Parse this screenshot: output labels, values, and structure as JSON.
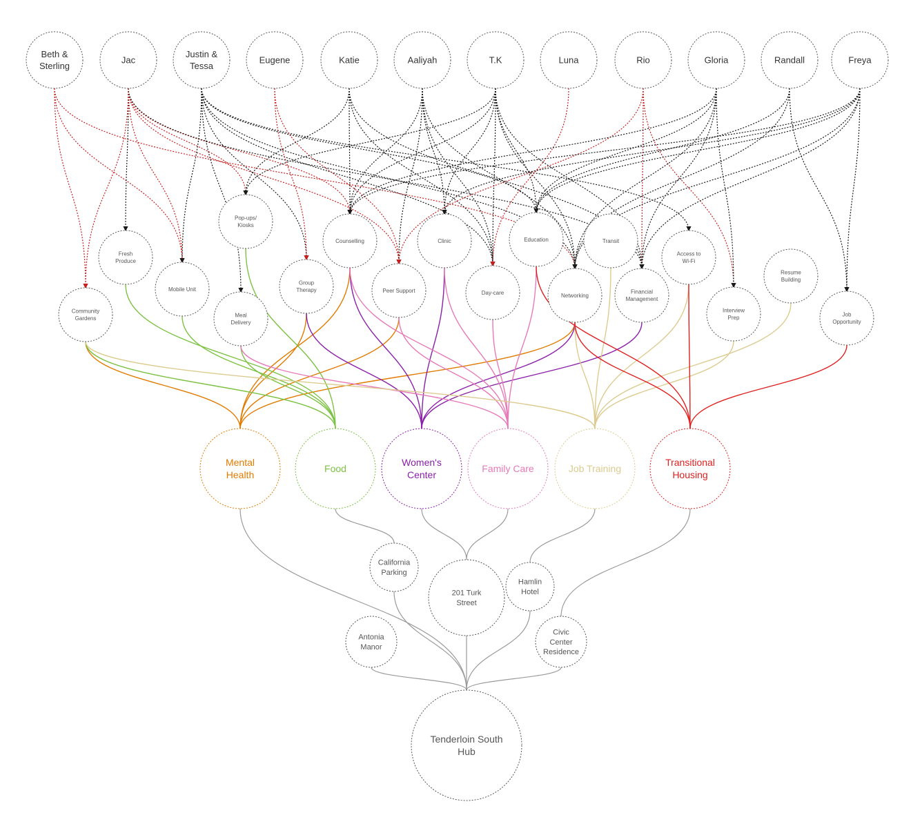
{
  "colors": {
    "black": "#1a1a1a",
    "red": "#c62020",
    "gray": "#9a9a9a",
    "mental_health": "#e07b00",
    "food": "#7cc242",
    "womens_center": "#8a1fa8",
    "family_care": "#e67ab8",
    "job_training": "#dccb8f",
    "transitional_housing": "#e02020"
  },
  "people": [
    {
      "id": "beth",
      "label": "Beth & Sterling"
    },
    {
      "id": "jac",
      "label": "Jac"
    },
    {
      "id": "justin",
      "label": "Justin & Tessa"
    },
    {
      "id": "eugene",
      "label": "Eugene"
    },
    {
      "id": "katie",
      "label": "Katie"
    },
    {
      "id": "aaliyah",
      "label": "Aaliyah"
    },
    {
      "id": "tk",
      "label": "T.K"
    },
    {
      "id": "luna",
      "label": "Luna"
    },
    {
      "id": "rio",
      "label": "Rio"
    },
    {
      "id": "gloria",
      "label": "Gloria"
    },
    {
      "id": "randall",
      "label": "Randall"
    },
    {
      "id": "freya",
      "label": "Freya"
    }
  ],
  "services": [
    {
      "id": "gardens",
      "label": "Community Gardens"
    },
    {
      "id": "produce",
      "label": "Fresh Produce"
    },
    {
      "id": "mobile",
      "label": "Mobile Unit"
    },
    {
      "id": "popups",
      "label": "Pop-ups/ Kiosks"
    },
    {
      "id": "meal",
      "label": "Meal Delivery"
    },
    {
      "id": "group",
      "label": "Group Therapy"
    },
    {
      "id": "counselling",
      "label": "Counselling"
    },
    {
      "id": "peer",
      "label": "Peer Support"
    },
    {
      "id": "clinic",
      "label": "Clinic"
    },
    {
      "id": "daycare",
      "label": "Day-care"
    },
    {
      "id": "education",
      "label": "Education"
    },
    {
      "id": "networking",
      "label": "Networking"
    },
    {
      "id": "transit",
      "label": "Transit"
    },
    {
      "id": "financial",
      "label": "Financial Management"
    },
    {
      "id": "wifi",
      "label": "Access to Wi-Fi"
    },
    {
      "id": "interview",
      "label": "Interview Prep"
    },
    {
      "id": "resume",
      "label": "Resume Building"
    },
    {
      "id": "jobopp",
      "label": "Job Opportunity"
    }
  ],
  "categories": [
    {
      "id": "mh",
      "label": "Mental Health",
      "color": "#e07b00"
    },
    {
      "id": "food",
      "label": "Food",
      "color": "#7cc242"
    },
    {
      "id": "wc",
      "label": "Women's Center",
      "color": "#8a1fa8"
    },
    {
      "id": "fc",
      "label": "Family Care",
      "color": "#e67ab8"
    },
    {
      "id": "jt",
      "label": "Job Training",
      "color": "#dccb8f"
    },
    {
      "id": "th",
      "label": "Transitional Housing",
      "color": "#e02020"
    }
  ],
  "sites": [
    {
      "id": "california",
      "label": "California Parking"
    },
    {
      "id": "turk",
      "label": "201 Turk Street"
    },
    {
      "id": "hamlin",
      "label": "Hamlin Hotel"
    },
    {
      "id": "antonia",
      "label": "Antonia Manor"
    },
    {
      "id": "civic",
      "label": "Civic Center Residence"
    }
  ],
  "hub": {
    "id": "hub",
    "label": "Tenderloin South Hub"
  },
  "category_links": [
    {
      "from": "mh",
      "to": "gardens"
    },
    {
      "from": "mh",
      "to": "group"
    },
    {
      "from": "mh",
      "to": "counselling"
    },
    {
      "from": "mh",
      "to": "peer"
    },
    {
      "from": "mh",
      "to": "networking"
    },
    {
      "from": "food",
      "to": "produce"
    },
    {
      "from": "food",
      "to": "mobile"
    },
    {
      "from": "food",
      "to": "popups"
    },
    {
      "from": "food",
      "to": "gardens"
    },
    {
      "from": "food",
      "to": "meal"
    },
    {
      "from": "wc",
      "to": "group"
    },
    {
      "from": "wc",
      "to": "counselling"
    },
    {
      "from": "wc",
      "to": "clinic"
    },
    {
      "from": "wc",
      "to": "networking"
    },
    {
      "from": "wc",
      "to": "financial"
    },
    {
      "from": "fc",
      "to": "counselling"
    },
    {
      "from": "fc",
      "to": "peer"
    },
    {
      "from": "fc",
      "to": "clinic"
    },
    {
      "from": "fc",
      "to": "daycare"
    },
    {
      "from": "fc",
      "to": "education"
    },
    {
      "from": "fc",
      "to": "meal"
    },
    {
      "from": "jt",
      "to": "transit"
    },
    {
      "from": "jt",
      "to": "wifi"
    },
    {
      "from": "jt",
      "to": "interview"
    },
    {
      "from": "jt",
      "to": "resume"
    },
    {
      "from": "jt",
      "to": "networking"
    },
    {
      "from": "jt",
      "to": "gardens"
    },
    {
      "from": "th",
      "to": "education"
    },
    {
      "from": "th",
      "to": "networking"
    },
    {
      "from": "th",
      "to": "jobopp"
    },
    {
      "from": "th",
      "to": "wifi"
    }
  ],
  "person_links": [
    {
      "from": "beth",
      "to": "gardens",
      "c": "red"
    },
    {
      "from": "beth",
      "to": "networking",
      "c": "red"
    },
    {
      "from": "beth",
      "to": "mobile",
      "c": "red"
    },
    {
      "from": "jac",
      "to": "mobile",
      "c": "red"
    },
    {
      "from": "jac",
      "to": "popups",
      "c": "red"
    },
    {
      "from": "jac",
      "to": "peer",
      "c": "red"
    },
    {
      "from": "jac",
      "to": "counselling",
      "c": "red"
    },
    {
      "from": "jac",
      "to": "financial",
      "c": "black"
    },
    {
      "from": "jac",
      "to": "produce",
      "c": "black"
    },
    {
      "from": "jac",
      "to": "gardens",
      "c": "red"
    },
    {
      "from": "justin",
      "to": "mobile",
      "c": "black"
    },
    {
      "from": "justin",
      "to": "meal",
      "c": "black"
    },
    {
      "from": "justin",
      "to": "group",
      "c": "black"
    },
    {
      "from": "justin",
      "to": "daycare",
      "c": "black"
    },
    {
      "from": "justin",
      "to": "education",
      "c": "black"
    },
    {
      "from": "justin",
      "to": "networking",
      "c": "black"
    },
    {
      "from": "justin",
      "to": "wifi",
      "c": "black"
    },
    {
      "from": "eugene",
      "to": "group",
      "c": "red"
    },
    {
      "from": "eugene",
      "to": "peer",
      "c": "red"
    },
    {
      "from": "katie",
      "to": "counselling",
      "c": "black"
    },
    {
      "from": "katie",
      "to": "daycare",
      "c": "black"
    },
    {
      "from": "katie",
      "to": "popups",
      "c": "black"
    },
    {
      "from": "katie",
      "to": "financial",
      "c": "black"
    },
    {
      "from": "aaliyah",
      "to": "peer",
      "c": "black"
    },
    {
      "from": "aaliyah",
      "to": "clinic",
      "c": "black"
    },
    {
      "from": "aaliyah",
      "to": "daycare",
      "c": "black"
    },
    {
      "from": "aaliyah",
      "to": "networking",
      "c": "black"
    },
    {
      "from": "aaliyah",
      "to": "counselling",
      "c": "black"
    },
    {
      "from": "tk",
      "to": "daycare",
      "c": "black"
    },
    {
      "from": "tk",
      "to": "education",
      "c": "black"
    },
    {
      "from": "tk",
      "to": "counselling",
      "c": "black"
    },
    {
      "from": "tk",
      "to": "popups",
      "c": "black"
    },
    {
      "from": "tk",
      "to": "networking",
      "c": "black"
    },
    {
      "from": "tk",
      "to": "financial",
      "c": "black"
    },
    {
      "from": "tk",
      "to": "clinic",
      "c": "black"
    },
    {
      "from": "luna",
      "to": "daycare",
      "c": "red"
    },
    {
      "from": "rio",
      "to": "peer",
      "c": "red"
    },
    {
      "from": "rio",
      "to": "financial",
      "c": "red"
    },
    {
      "from": "rio",
      "to": "interview",
      "c": "red"
    },
    {
      "from": "gloria",
      "to": "education",
      "c": "black"
    },
    {
      "from": "gloria",
      "to": "financial",
      "c": "black"
    },
    {
      "from": "gloria",
      "to": "interview",
      "c": "black"
    },
    {
      "from": "gloria",
      "to": "networking",
      "c": "black"
    },
    {
      "from": "gloria",
      "to": "counselling",
      "c": "black"
    },
    {
      "from": "randall",
      "to": "jobopp",
      "c": "black"
    },
    {
      "from": "randall",
      "to": "networking",
      "c": "black"
    },
    {
      "from": "randall",
      "to": "education",
      "c": "black"
    },
    {
      "from": "freya",
      "to": "jobopp",
      "c": "black"
    },
    {
      "from": "freya",
      "to": "counselling",
      "c": "black"
    },
    {
      "from": "freya",
      "to": "financial",
      "c": "black"
    },
    {
      "from": "freya",
      "to": "education",
      "c": "black"
    },
    {
      "from": "freya",
      "to": "clinic",
      "c": "black"
    },
    {
      "from": "freya",
      "to": "networking",
      "c": "black"
    }
  ],
  "tree_links": [
    {
      "from": "mh",
      "to": "hub"
    },
    {
      "from": "food",
      "to": "california"
    },
    {
      "from": "wc",
      "to": "turk"
    },
    {
      "from": "fc",
      "to": "turk"
    },
    {
      "from": "jt",
      "to": "hamlin"
    },
    {
      "from": "th",
      "to": "civic"
    },
    {
      "from": "california",
      "to": "hub"
    },
    {
      "from": "turk",
      "to": "hub"
    },
    {
      "from": "hamlin",
      "to": "hub"
    },
    {
      "from": "antonia",
      "to": "hub"
    },
    {
      "from": "civic",
      "to": "hub"
    }
  ]
}
